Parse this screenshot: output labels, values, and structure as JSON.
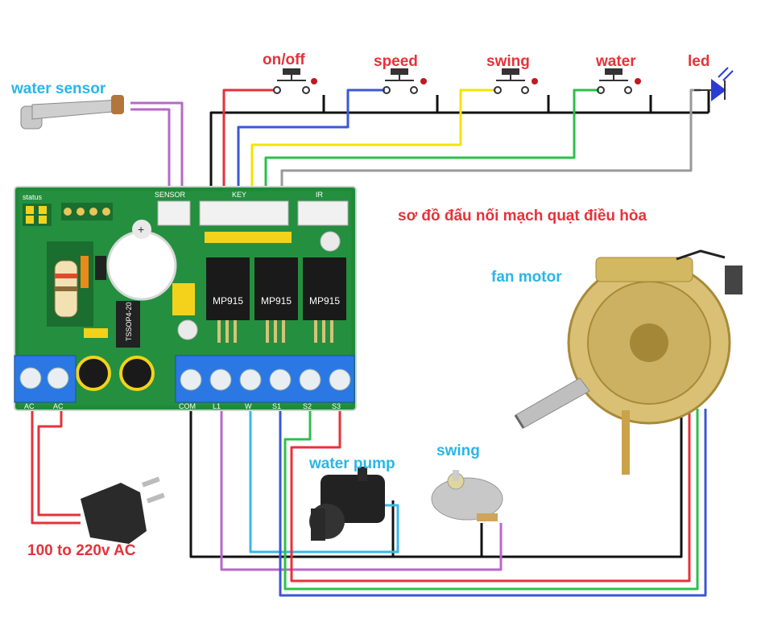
{
  "title": "sơ đồ đấu nối mạch quạt điều hòa",
  "labels": {
    "water_sensor": "water sensor",
    "fan_motor": "fan motor",
    "water_pump": "water pump",
    "swing_motor": "swing",
    "power": "100 to 220v AC"
  },
  "buttons": [
    {
      "label": "on/off"
    },
    {
      "label": "speed"
    },
    {
      "label": "swing"
    },
    {
      "label": "water"
    },
    {
      "label": "led"
    }
  ],
  "board": {
    "status": "status",
    "sensor_conn": "SENSOR",
    "key_conn": "KEY",
    "ir_conn": "IR",
    "chip_label": "MP915",
    "ic_label": "TSSOP4-20",
    "terminals_left": [
      "AC",
      "AC"
    ],
    "terminals_right": [
      "COM",
      "L1",
      "W",
      "S1",
      "S2",
      "S3"
    ]
  },
  "colors": {
    "red": "#e6323a",
    "blue": "#3a57d6",
    "yellow": "#f2e600",
    "green": "#2cc04a",
    "grey": "#9a9a9a",
    "purple": "#b967c9",
    "cyan": "#3ab8e8",
    "black": "#111111",
    "pcb": "#1f8a3a"
  }
}
